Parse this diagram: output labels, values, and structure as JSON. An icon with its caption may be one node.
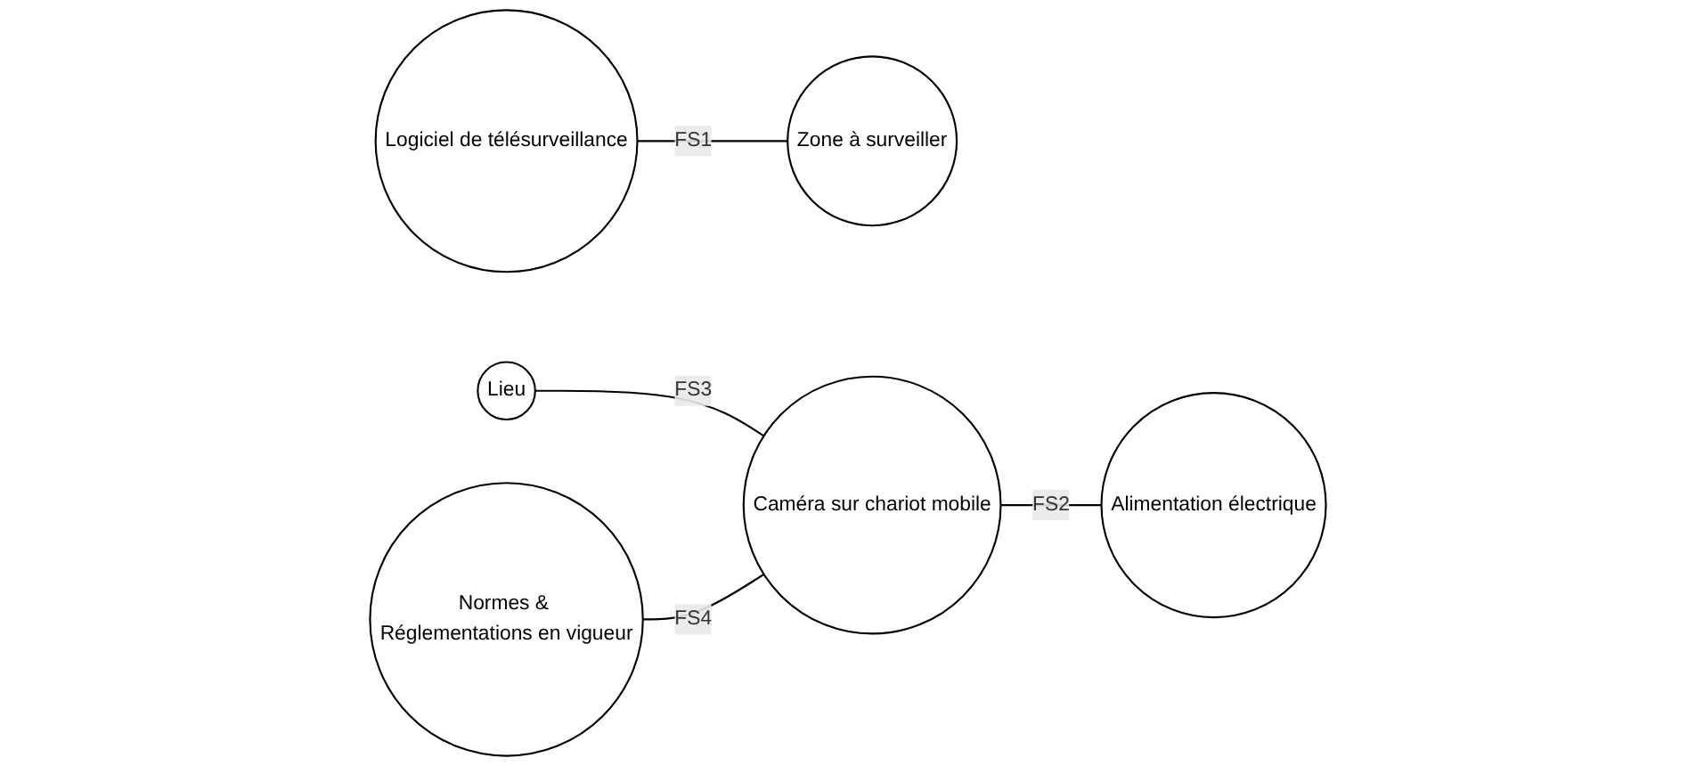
{
  "diagram": {
    "nodes": [
      {
        "text": [
          "Normes & Réglementations en vigueur"
        ]
      },
      {
        "text": [
          "Logiciel de télésurveillance"
        ]
      },
      {
        "text": [
          "Zone à surveiller"
        ]
      },
      {
        "text": [
          "Caméra sur chariot mobile"
        ]
      },
      {
        "text": [
          "Alimentation électrique"
        ]
      },
      {
        "text": [
          "Lieu"
        ]
      }
    ],
    "edges": [
      {
        "from": 1,
        "to": 2,
        "arrow": "none",
        "label": "FS1"
      },
      {
        "from": 3,
        "to": 4,
        "arrow": "none",
        "label": "FS2"
      },
      {
        "from": 5,
        "to": 3,
        "arrow": "none",
        "label": "FS3"
      },
      {
        "from": 0,
        "to": 3,
        "arrow": "none",
        "label": "FS4"
      }
    ]
  }
}
